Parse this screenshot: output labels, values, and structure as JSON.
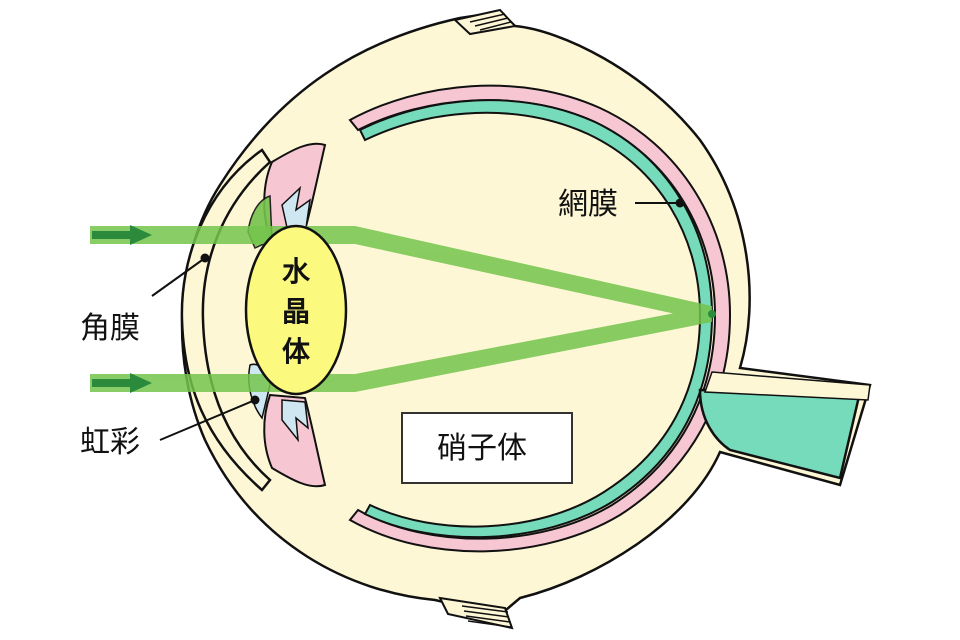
{
  "labels": {
    "cornea": "角膜",
    "iris": "虹彩",
    "lens": [
      "水",
      "晶",
      "体"
    ],
    "retina": "網膜",
    "vitreous": "硝子体"
  },
  "colors": {
    "sclera": "#fdf7d6",
    "choroid": "#f6c6d3",
    "retina": "#76dbbb",
    "lens": "#fbfa7e",
    "ray": "#74c44c",
    "arrow": "#2b8a3b",
    "iris_fill": "#cfe7f1",
    "outline": "#111111"
  }
}
